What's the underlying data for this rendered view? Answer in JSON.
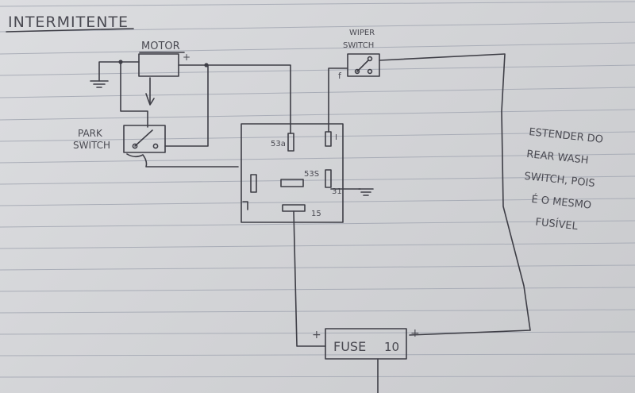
{
  "title": "INTERMITENTE",
  "labels": {
    "motor": "MOTOR",
    "motor_plus": "+",
    "wiper_top": "WIPER",
    "wiper_bottom": "SWITCH",
    "wiper_f": "f",
    "park_top": "PARK",
    "park_bottom": "SWITCH",
    "relay_53a": "53a",
    "relay_i": "I",
    "relay_53s": "53S",
    "relay_31": "31",
    "relay_15": "15",
    "fuse_label": "FUSE",
    "fuse_value": "10",
    "fuse_plus_left": "+",
    "fuse_plus_right": "+"
  },
  "note": {
    "line1": "ESTENDER DO",
    "line2": "REAR WASH",
    "line3": "SWITCH, POIS",
    "line4": "É O MESMO",
    "line5": "FUSÍVEL"
  },
  "colors": {
    "paper": "#d6d7da",
    "ink": "#3e3e46",
    "rule": "#a9adb7"
  }
}
